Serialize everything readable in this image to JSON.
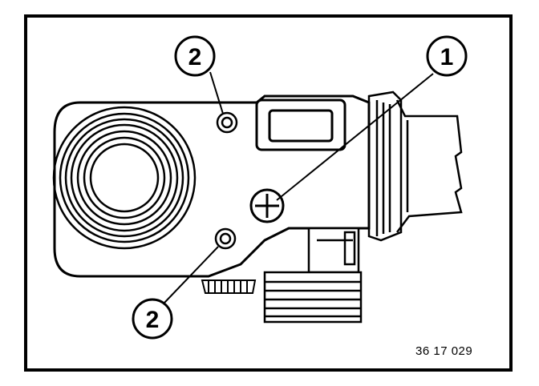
{
  "callouts": [
    {
      "label": "2"
    },
    {
      "label": "1"
    },
    {
      "label": "2"
    }
  ],
  "figure_code": "36 17 029"
}
